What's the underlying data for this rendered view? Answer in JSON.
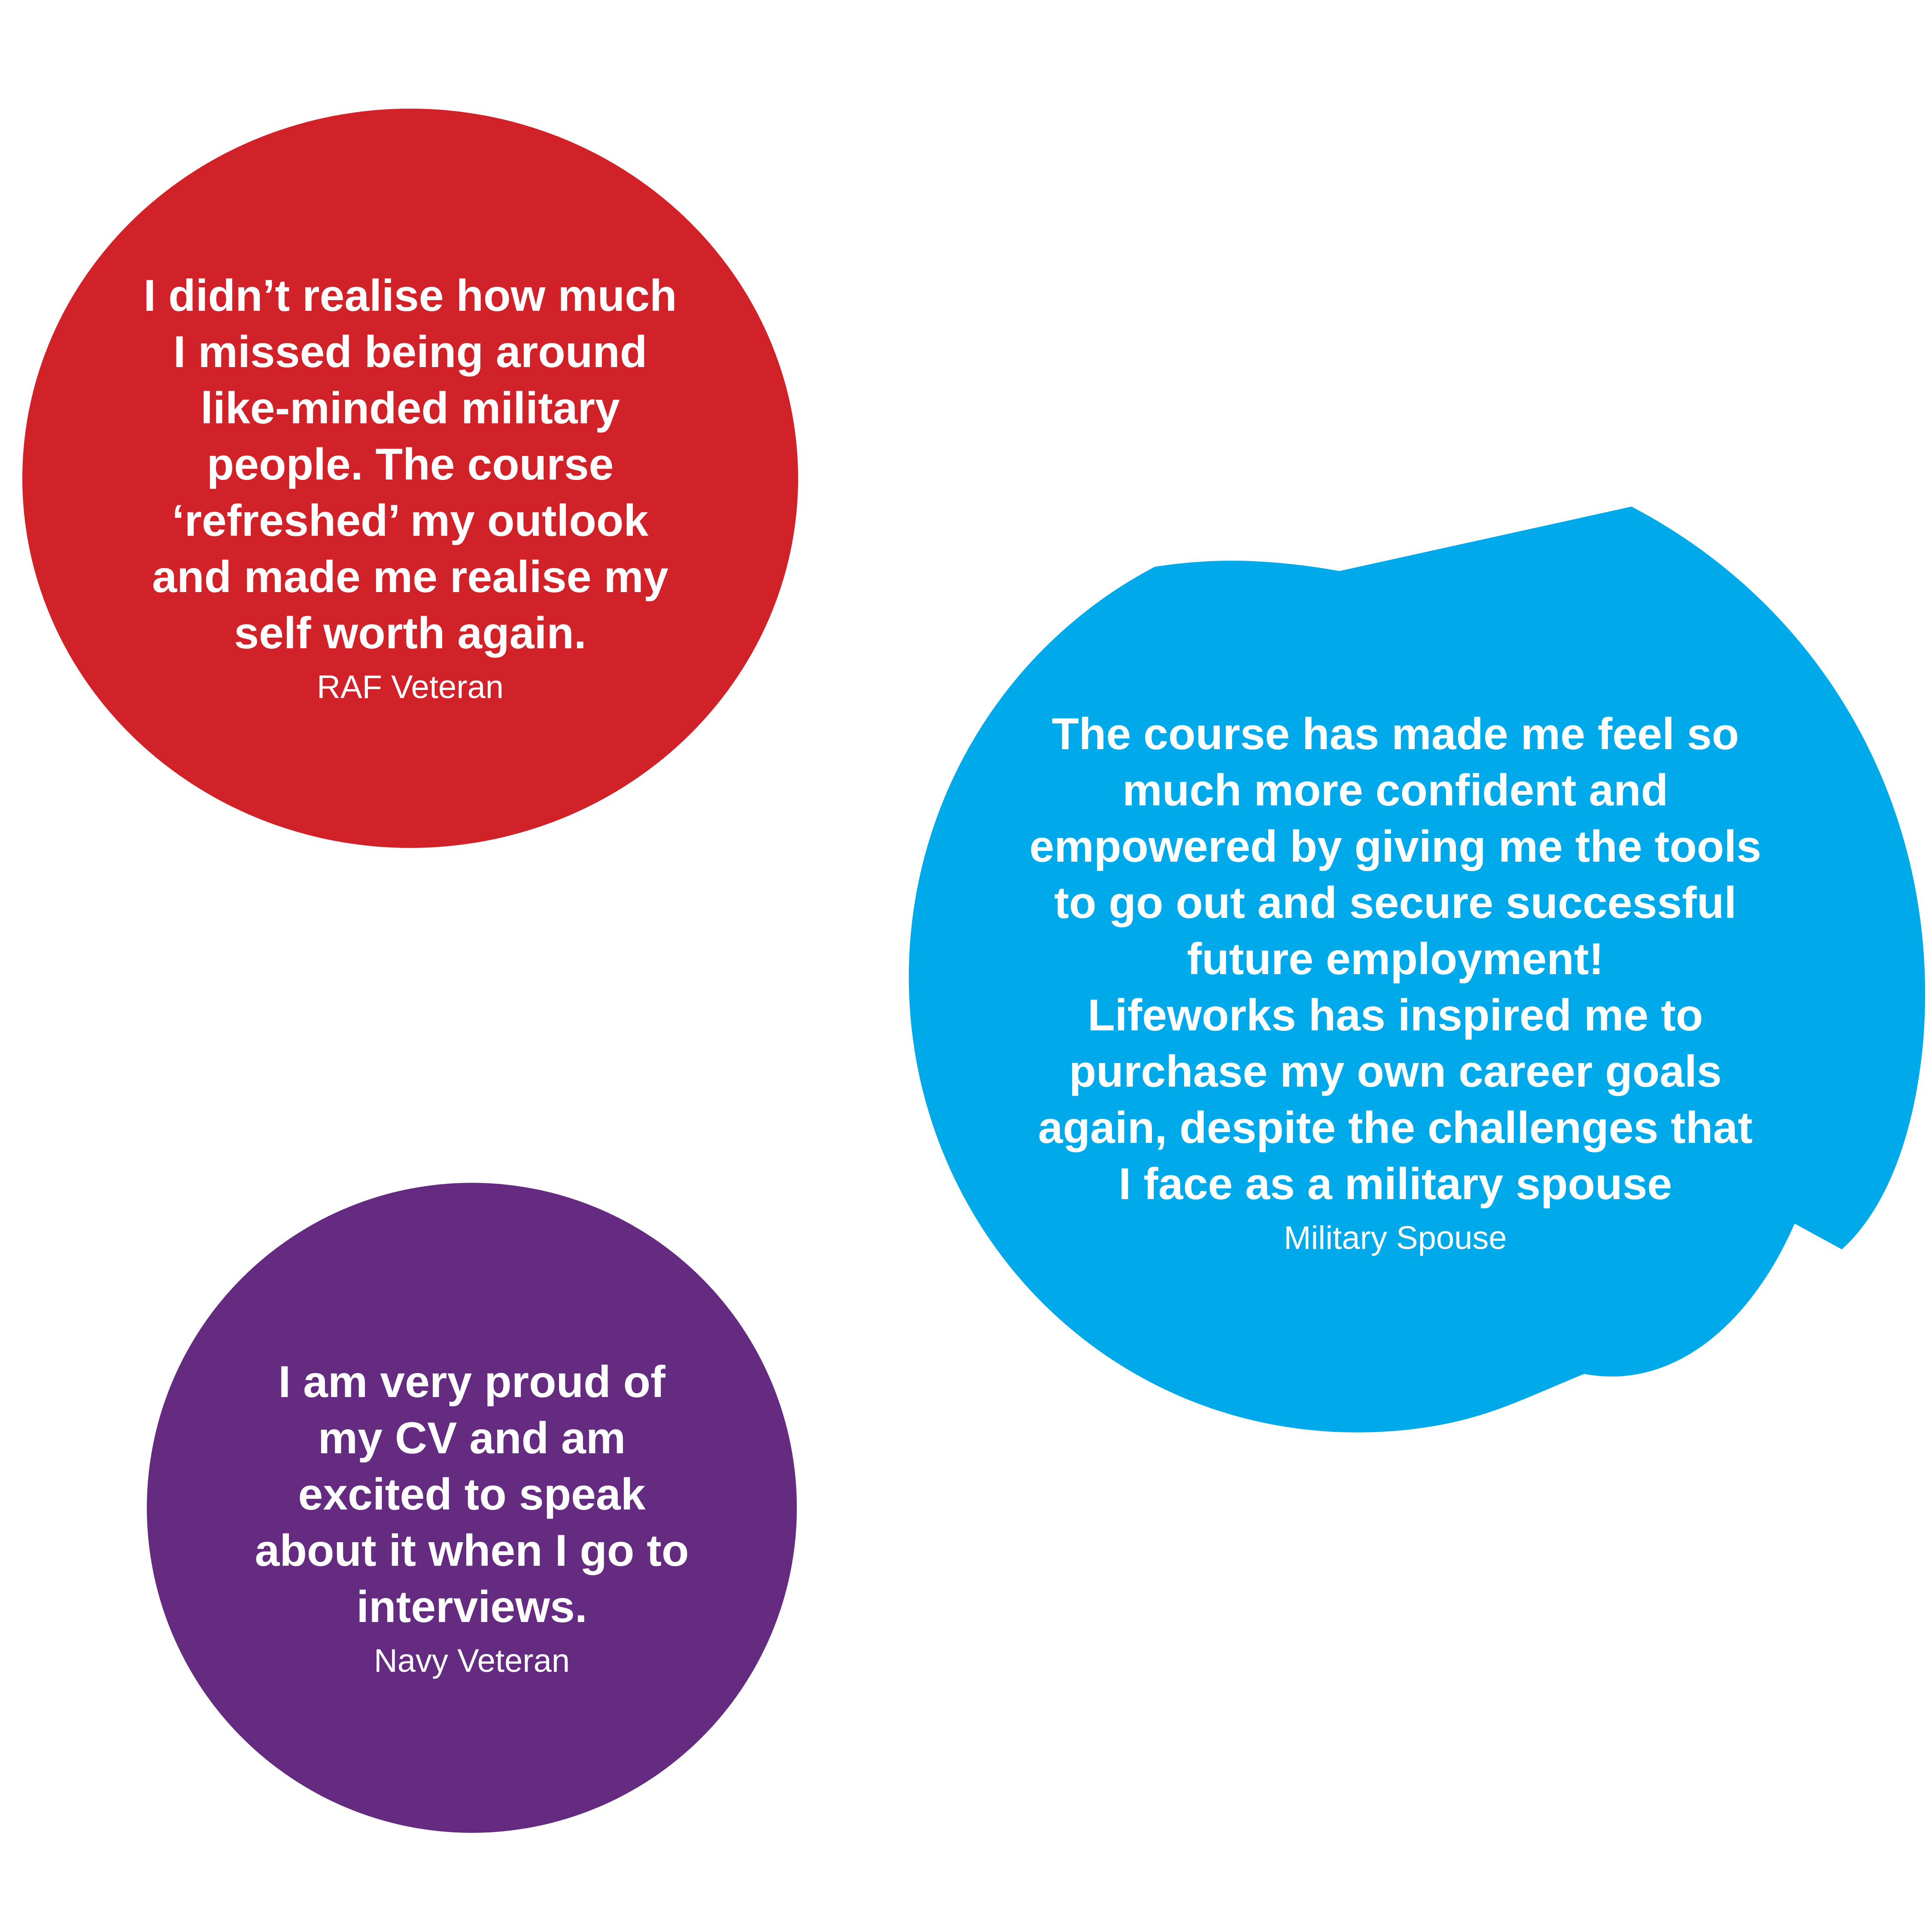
{
  "colors": {
    "red": "#d12229",
    "blue": "#00a9ea",
    "purple": "#642b81",
    "text": "#ffffff",
    "background": "#ffffff"
  },
  "testimonials": [
    {
      "lines": [
        "I didn’t realise how much",
        "I missed being around",
        "like-minded military",
        "people. The course",
        "‘refreshed’ my outlook",
        "and made me realise my",
        "self worth again."
      ],
      "attribution": "RAF Veteran"
    },
    {
      "lines": [
        "The course has made me feel so",
        "much more confident and",
        "empowered by giving me the tools",
        "to go out and secure successful",
        "future employment!",
        "Lifeworks has inspired me to",
        "purchase my own career goals",
        "again, despite the challenges that",
        "I face as a military spouse"
      ],
      "attribution": "Military Spouse"
    },
    {
      "lines": [
        "I am very proud of",
        "my CV and am",
        "excited to speak",
        "about it when I go to",
        "interviews."
      ],
      "attribution": "Navy Veteran"
    }
  ]
}
